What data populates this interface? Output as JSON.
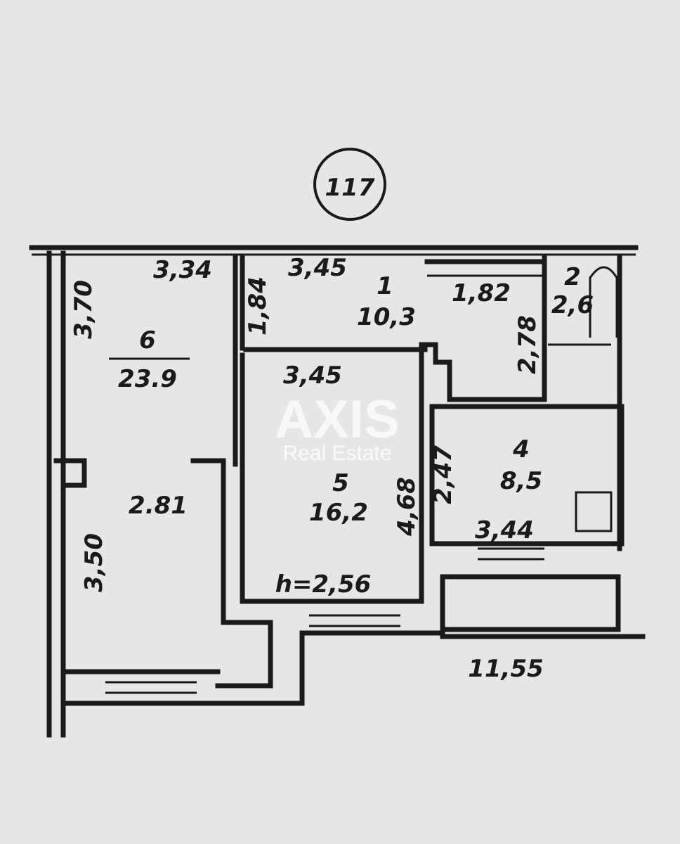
{
  "plan": {
    "apartment_number": "117",
    "rooms": [
      {
        "number": "1",
        "area": "10,3"
      },
      {
        "number": "2",
        "area": "2,6"
      },
      {
        "number": "4",
        "area": "8,5"
      },
      {
        "number": "5",
        "area": "16,2"
      },
      {
        "number": "6",
        "area": "23.9"
      }
    ],
    "dimensions": {
      "d1": "3,34",
      "d2": "3,70",
      "d3": "3,45",
      "d4": "1,84",
      "d5": "1,82",
      "d6": "2,78",
      "d7": "3,45",
      "d8": "2.81",
      "d9": "3,50",
      "d10": "4,68",
      "d11": "2,47",
      "d12": "3,44",
      "d13": "11,55"
    },
    "ceiling_height": "h=2,56"
  },
  "watermark": {
    "brand": "AXIS",
    "subtitle": "Real Estate"
  }
}
